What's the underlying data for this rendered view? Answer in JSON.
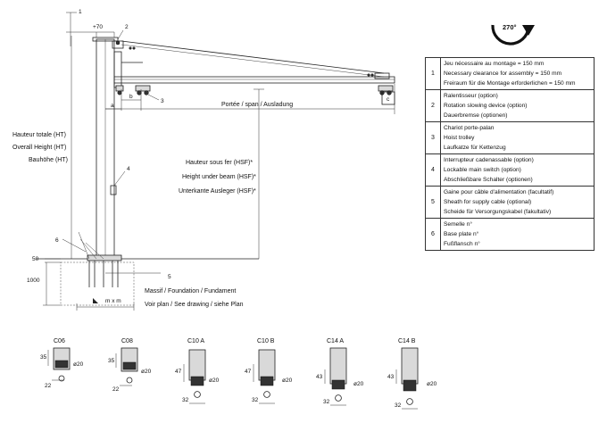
{
  "rotation": {
    "label": "270°"
  },
  "callouts": [
    "1",
    "2",
    "3",
    "4",
    "5",
    "6"
  ],
  "top_dim": "+70",
  "dims": {
    "a": "a",
    "b": "b",
    "c": "c",
    "mxm": "m x m",
    "d50": "50",
    "d1000": "1000"
  },
  "span": "Portée / span / Ausladung",
  "height_total": [
    "Hauteur totale (HT)",
    "Overall Height (HT)",
    "Bauhöhe (HT)"
  ],
  "height_under_beam": [
    "Hauteur sous fer (HSF)*",
    "Height under beam (HSF)*",
    "Unterkante Ausleger (HSF)*"
  ],
  "foundation": [
    "Massif / Foundation / Fundament",
    "Voir plan / See drawing / siehe Plan"
  ],
  "legend": [
    {
      "n": "1",
      "lines": [
        "Jeu nécessaire au montage = 150 mm",
        "Necessary clearance for assembly = 150 mm",
        "Freiraum für die Montage erforderlichen = 150 mm"
      ]
    },
    {
      "n": "2",
      "lines": [
        "Ralentisseur (option)",
        "Rotation slowing device (option)",
        "Dauerbremse (optionen)"
      ]
    },
    {
      "n": "3",
      "lines": [
        "Chariot porte-palan",
        "Hoist trolley",
        "Laufkatze für Kettenzug"
      ]
    },
    {
      "n": "4",
      "lines": [
        "Interrupteur cadenassable (option)",
        "Lockable main switch (option)",
        "Abschließbare Schalter (optionen)"
      ]
    },
    {
      "n": "5",
      "lines": [
        "Gaine pour câble d'alimentation (facultatif)",
        "Sheath for supply cable (optional)",
        "Scheide für Versorgungskabel (fakultativ)"
      ]
    },
    {
      "n": "6",
      "lines": [
        "Semelle n°",
        "Base plate n°",
        "Fußflansch n°"
      ]
    }
  ],
  "trolleys": [
    {
      "title": "C06",
      "h": "35",
      "w": "22",
      "d": "ø20"
    },
    {
      "title": "C08",
      "h": "35",
      "w": "22",
      "d": "ø20"
    },
    {
      "title": "C10 A",
      "h": "47",
      "w": "32",
      "d": "ø20"
    },
    {
      "title": "C10 B",
      "h": "47",
      "w": "32",
      "d": "ø20"
    },
    {
      "title": "C14 A",
      "h": "43",
      "w": "32",
      "d": "ø20"
    },
    {
      "title": "C14 B",
      "h": "43",
      "w": "32",
      "d": "ø20"
    }
  ]
}
